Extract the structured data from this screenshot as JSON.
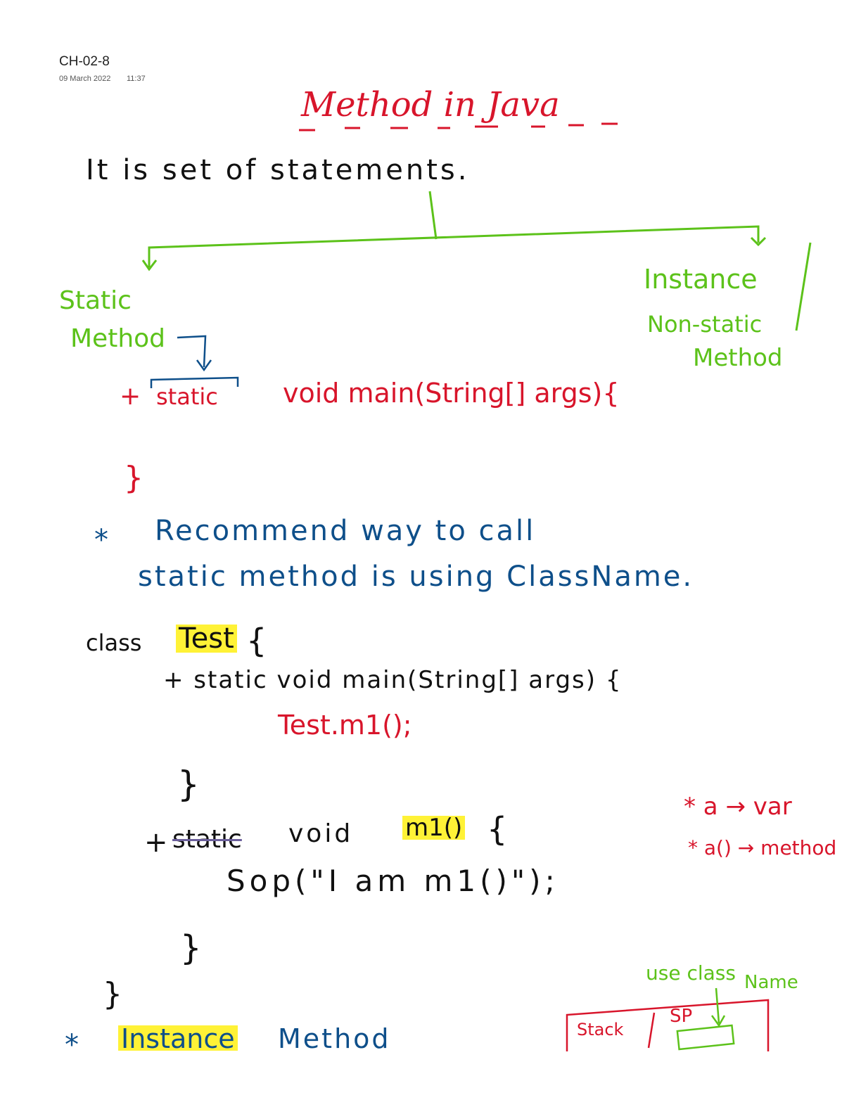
{
  "page": {
    "title": "CH-02-8",
    "date": "09 March 2022",
    "time": "11:37"
  },
  "notes": {
    "heading": "Method in Java",
    "definition": "It is set of statements.",
    "static_label_1": "Static",
    "static_label_2": "Method",
    "instance_label_1": "Instance",
    "instance_label_2": "Non-static",
    "instance_label_3": "Method",
    "main_plus": "+",
    "main_static": "static",
    "main_sig": "void main(String[] args){",
    "main_close": "}",
    "rec_star": "*",
    "rec_line1": "Recommend way to call",
    "rec_line2": "static method is using ClassName.",
    "class_kw": "class",
    "class_name": "Test",
    "class_open": "{",
    "main2_sig": "+ static void main(String[] args) {",
    "call": "Test.m1();",
    "main2_close": "}",
    "m1_plus": "+",
    "m1_static": "static",
    "m1_void": "void",
    "m1_name": "m1()",
    "m1_open": "{",
    "sop": "Sop(\"I am m1()\");",
    "m1_close": "}",
    "class_close": "}",
    "note_a_var": "* a → var",
    "note_a_method": "* a() → method",
    "use_class_name_1": "use class",
    "use_class_name_2": "Name",
    "box_stack": "Stack",
    "box_sp": "SP",
    "inst_star": "*",
    "inst_word": "Instance",
    "inst_method": "Method"
  },
  "colors": {
    "red": "#d8152b",
    "green": "#5cc21a",
    "blue": "#0e4f8a",
    "highlight": "#fff236"
  }
}
